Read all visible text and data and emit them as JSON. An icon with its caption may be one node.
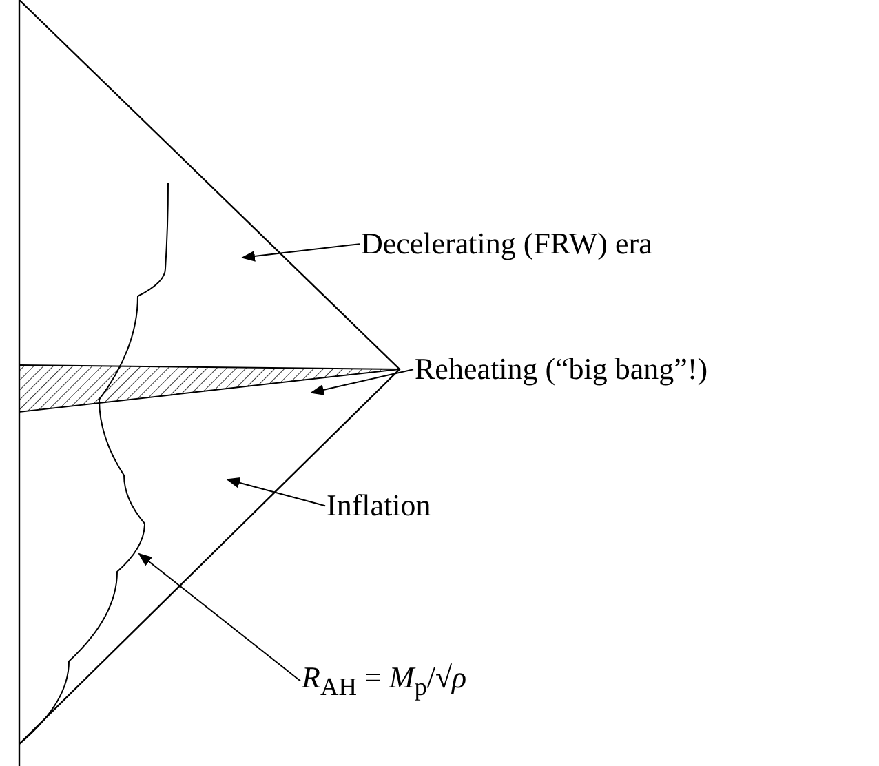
{
  "diagram": {
    "nodes": [
      {
        "text": [
          "Decelerating (FRW) era"
        ]
      },
      {
        "text": [
          "Reheating (“big bang”!)"
        ]
      },
      {
        "text": [
          "Inflation"
        ]
      },
      {
        "text": [
          "*R*$_{AH}$ = *M*$_{p}$/√*ρ*"
        ]
      },
      {
        "text": [],
        "shape": "triangle"
      },
      {
        "text": [],
        "shape": "curve"
      }
    ],
    "edges": [
      {
        "from": 0,
        "to": null,
        "arrow": "to"
      },
      {
        "from": 1,
        "to": 4,
        "arrow": "to"
      },
      {
        "from": 2,
        "to": null,
        "arrow": "to"
      },
      {
        "from": 3,
        "to": 5,
        "arrow": "to"
      }
    ]
  }
}
